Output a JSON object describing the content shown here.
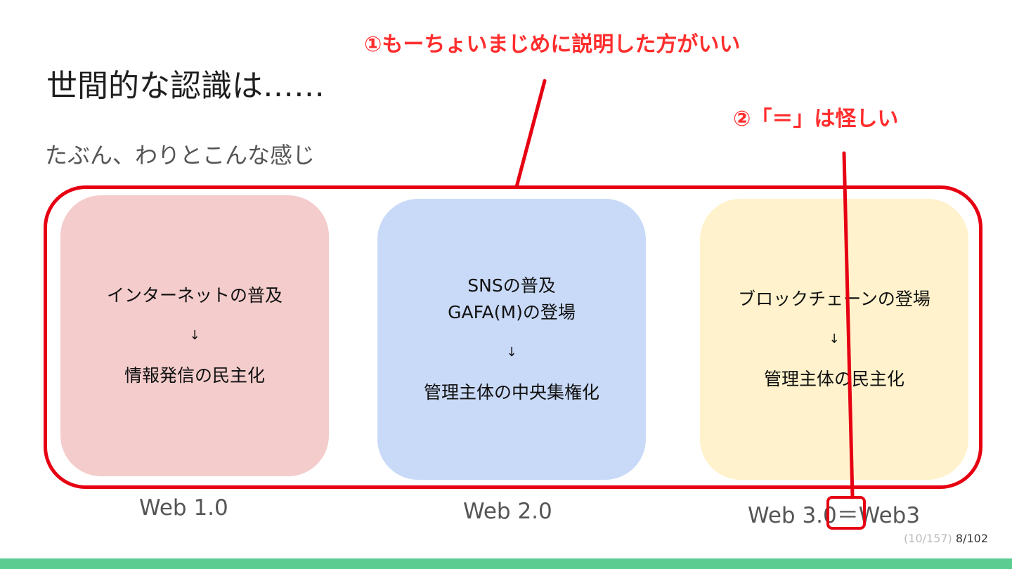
{
  "slide": {
    "title": "世間的な認識は……",
    "subtitle": "たぶん、わりとこんな感じ"
  },
  "cards": [
    {
      "lines": [
        "インターネットの普及"
      ],
      "arrow": "↓",
      "result": "情報発信の民主化",
      "color": "#f4cccc"
    },
    {
      "lines": [
        "SNSの普及",
        "GAFA(M)の登場"
      ],
      "arrow": "↓",
      "result": "管理主体の中央集権化",
      "color": "#c9daf8"
    },
    {
      "lines": [
        "ブロックチェーンの登場"
      ],
      "arrow": "↓",
      "result": "管理主体の民主化",
      "color": "#fff2cc"
    }
  ],
  "eras": {
    "web1": "Web 1.0",
    "web2": "Web 2.0",
    "web3_left": "Web 3.0",
    "web3_eq": "＝",
    "web3_right": "Web3"
  },
  "annotations": {
    "note1": "①もーちょいまじめに説明した方がいい",
    "note2": "②「＝」は怪しい",
    "color": "#e60012"
  },
  "pager": {
    "overall": "(10/157)",
    "current": "8/102"
  },
  "footer_bar_color": "#5dcc91"
}
